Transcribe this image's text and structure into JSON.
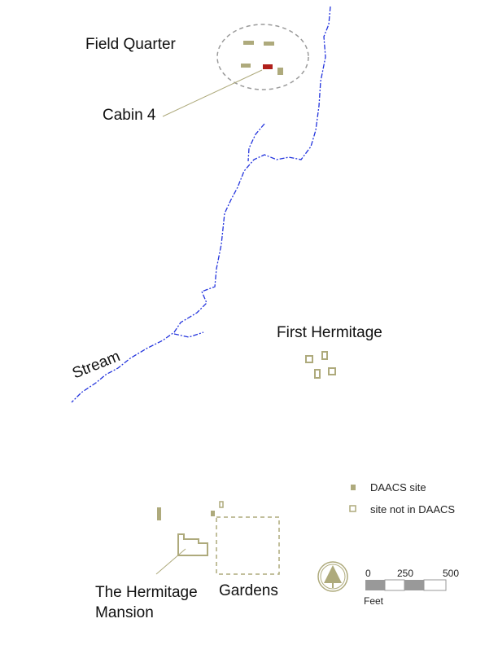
{
  "labels": {
    "field_quarter": "Field Quarter",
    "cabin4": "Cabin 4",
    "stream": "Stream",
    "first_hermitage": "First Hermitage",
    "mansion_line1": "The Hermitage",
    "mansion_line2": "Mansion",
    "gardens": "Gardens"
  },
  "legend": {
    "items": [
      {
        "label": "DAACS site",
        "symbol": "filled"
      },
      {
        "label": "site not in DAACS",
        "symbol": "outline"
      }
    ]
  },
  "scale_bar": {
    "ticks": [
      "0",
      "250",
      "500"
    ],
    "unit": "Feet"
  },
  "colors": {
    "site": "#aeaa7c",
    "highlight": "#b0201c",
    "stream": "#2233dd",
    "outline": "#9a9a9a"
  }
}
